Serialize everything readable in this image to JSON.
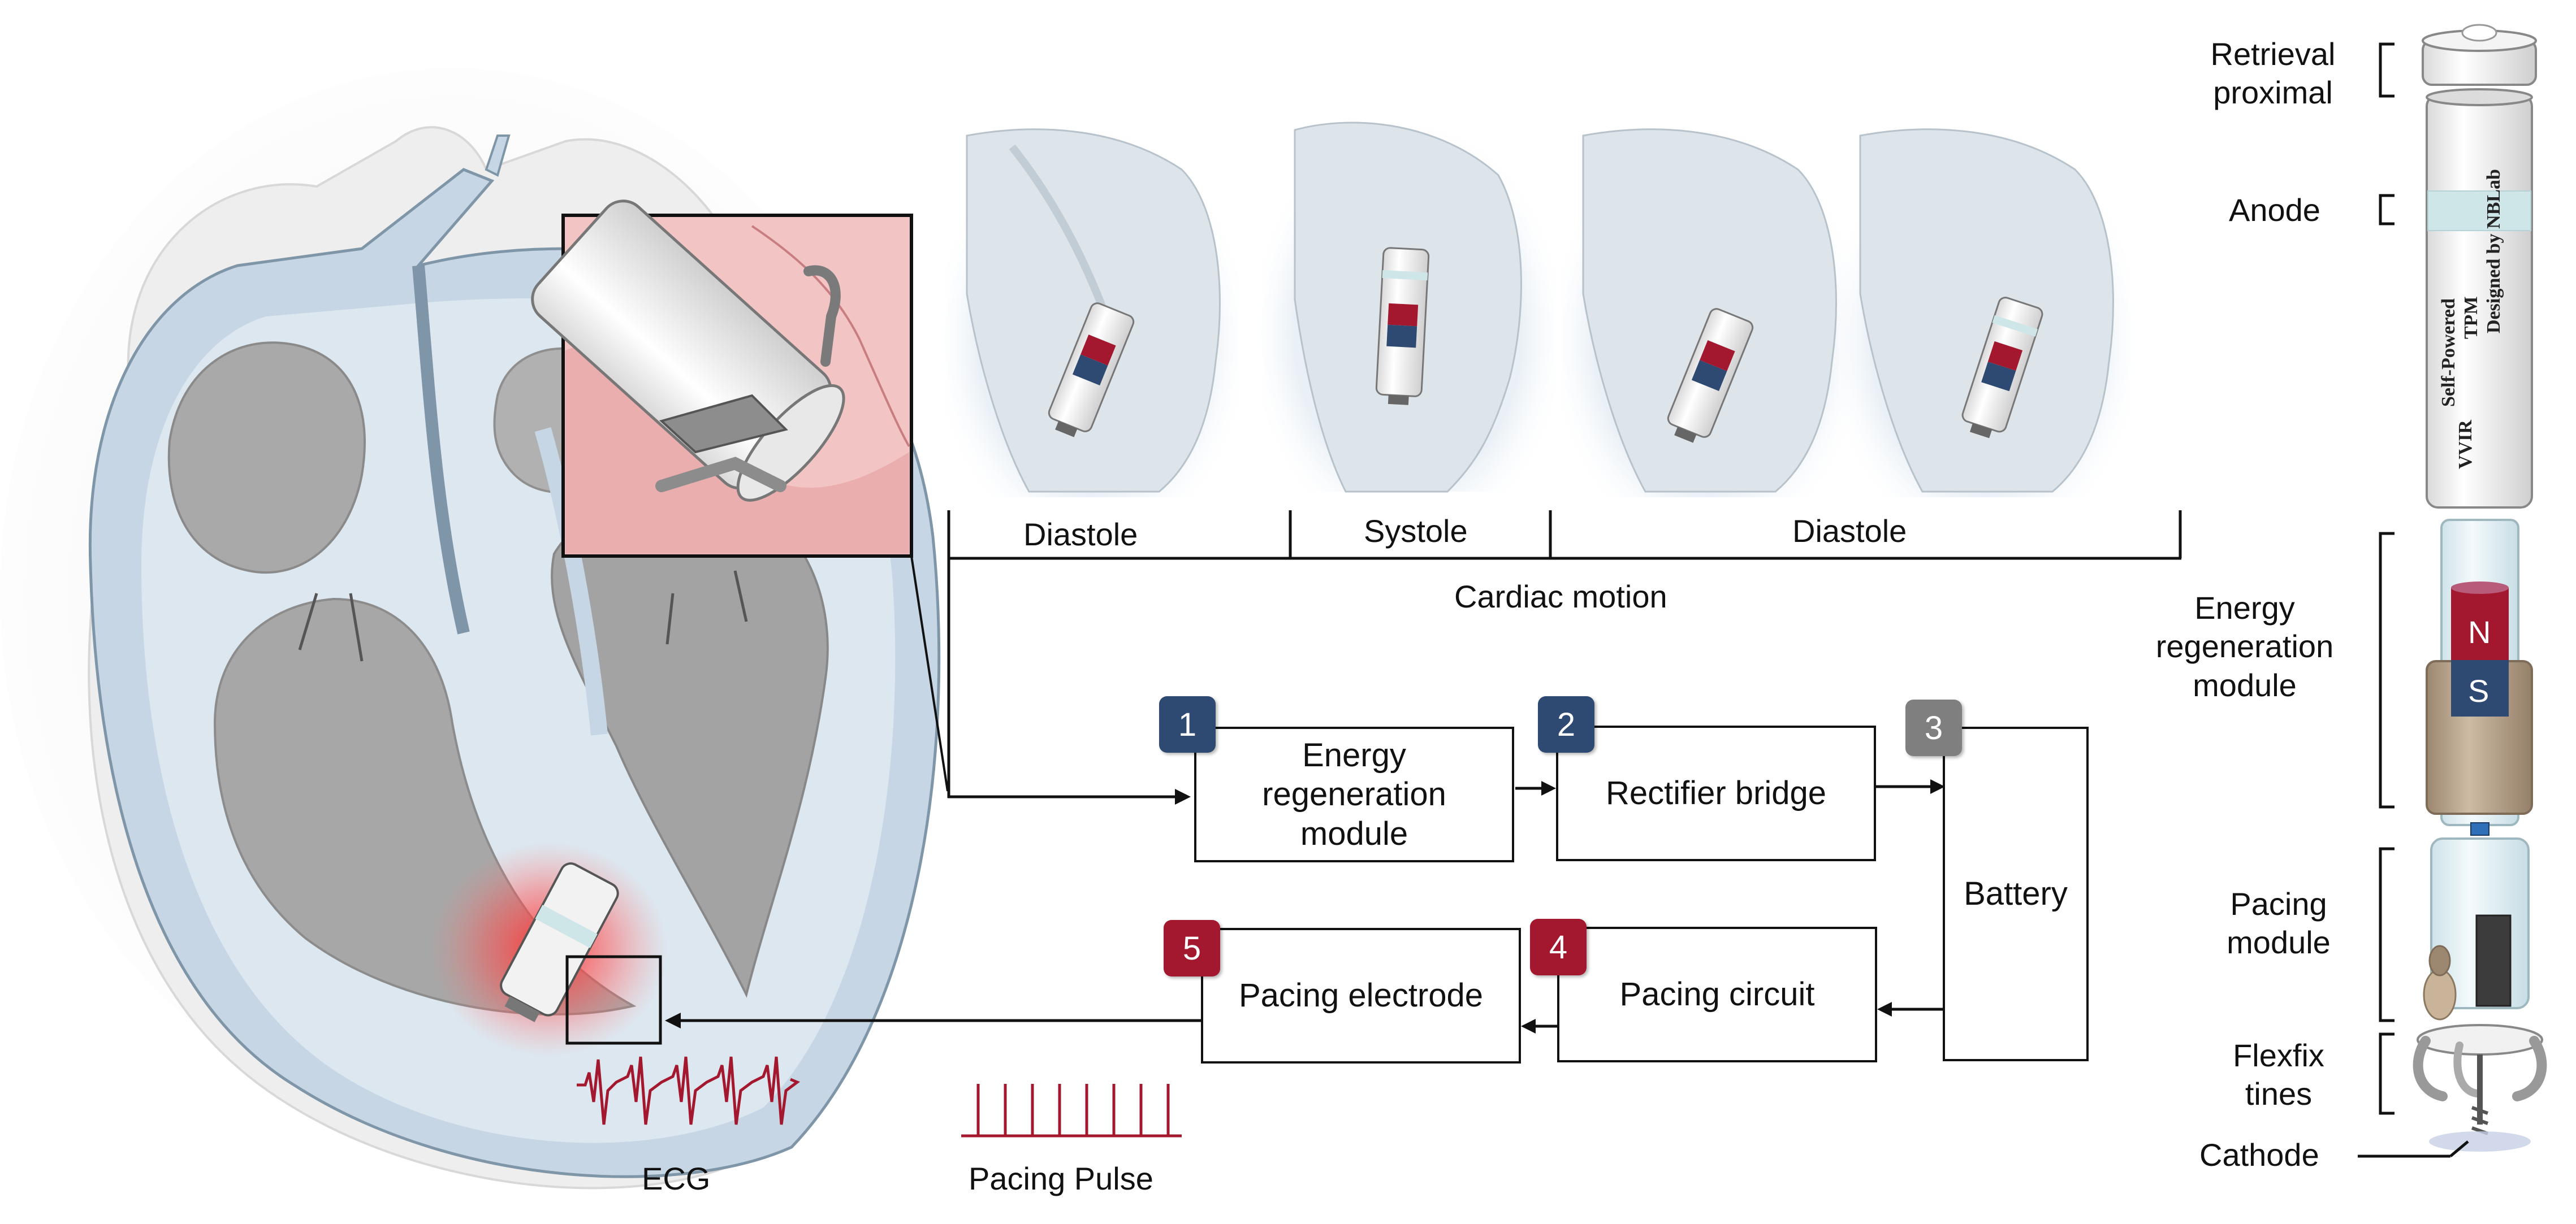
{
  "colors": {
    "blue_badge": "#2e4a72",
    "gray_badge": "#7f7f7f",
    "red_badge": "#a3182e",
    "magnet_n": "#a3182e",
    "magnet_s": "#2e4a72",
    "pulse": "#a3182e",
    "heart_wall": "#c9d7e3",
    "inset_bg": "#f3c4c4"
  },
  "labels": {
    "motion": {
      "diastole_left": "Diastole",
      "systole": "Systole",
      "diastole_right": "Diastole",
      "cardiac_motion": "Cardiac motion"
    },
    "ecg": "ECG",
    "pacing_pulse": "Pacing Pulse"
  },
  "flow": {
    "energy": {
      "num": "1",
      "label_line1": "Energy",
      "label_line2": "regeneration",
      "label_line3": "module"
    },
    "rectifier": {
      "num": "2",
      "label": "Rectifier bridge"
    },
    "battery": {
      "num": "3",
      "label": "Battery"
    },
    "pacing_circuit": {
      "num": "4",
      "label": "Pacing circuit"
    },
    "pacing_electrode": {
      "num": "5",
      "label": "Pacing electrode"
    }
  },
  "device": {
    "retrieval_line1": "Retrieval",
    "retrieval_line2": "proximal",
    "anode": "Anode",
    "energy_line1": "Energy",
    "energy_line2": "regeneration",
    "energy_line3": "module",
    "pacing_line1": "Pacing",
    "pacing_line2": "module",
    "flexfix_line1": "Flexfix",
    "flexfix_line2": "tines",
    "cathode": "Cathode",
    "body_text_1": "Self-Powered",
    "body_text_2": "TPM",
    "body_text_3": "Designed by NBLab",
    "body_text_4": "VVIR",
    "magnet_n": "N",
    "magnet_s": "S"
  }
}
